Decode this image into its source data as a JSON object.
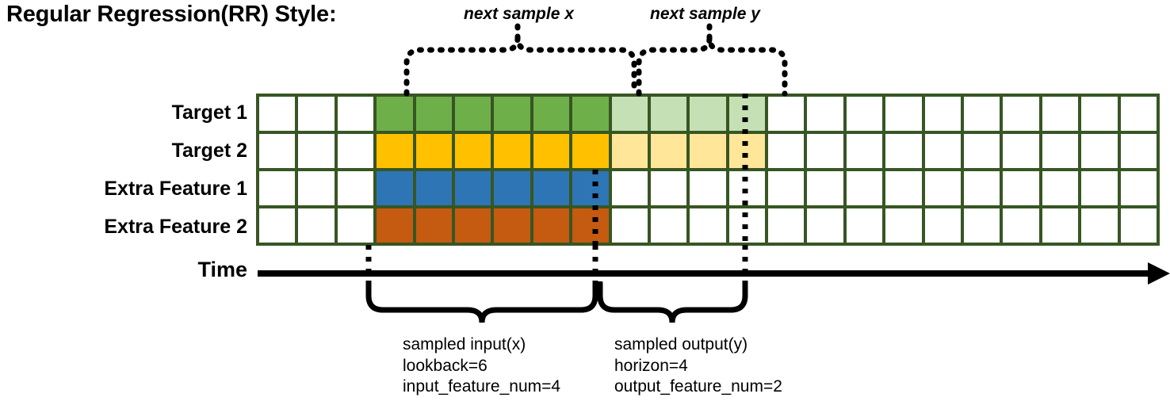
{
  "title": "Regular Regression(RR) Style:",
  "axis": {
    "time_label": "Time"
  },
  "rows": [
    {
      "label": "Target 1",
      "color_key": "green"
    },
    {
      "label": "Target 2",
      "color_key": "amber"
    },
    {
      "label": "Extra Feature 1",
      "color_key": "blue"
    },
    {
      "label": "Extra Feature 2",
      "color_key": "orange"
    }
  ],
  "grid": {
    "total_columns": 23,
    "pre_columns": 3,
    "input_columns": 6,
    "output_columns": 4,
    "post_columns": 10
  },
  "colors": {
    "border": "#375623",
    "empty": "#ffffff",
    "green": "#6FAF4A",
    "green_light": "#C5E0B4",
    "amber": "#FFC000",
    "amber_light": "#FFE699",
    "blue": "#2E75B6",
    "orange": "#C55A11",
    "ink": "#000000"
  },
  "top_annotations": [
    {
      "text": "next sample x"
    },
    {
      "text": "next sample y"
    }
  ],
  "bottom_annotations": [
    {
      "lines": [
        "sampled input(x)",
        "lookback=6",
        "input_feature_num=4"
      ]
    },
    {
      "lines": [
        "sampled output(y)",
        "horizon=4",
        "output_feature_num=2"
      ]
    }
  ]
}
